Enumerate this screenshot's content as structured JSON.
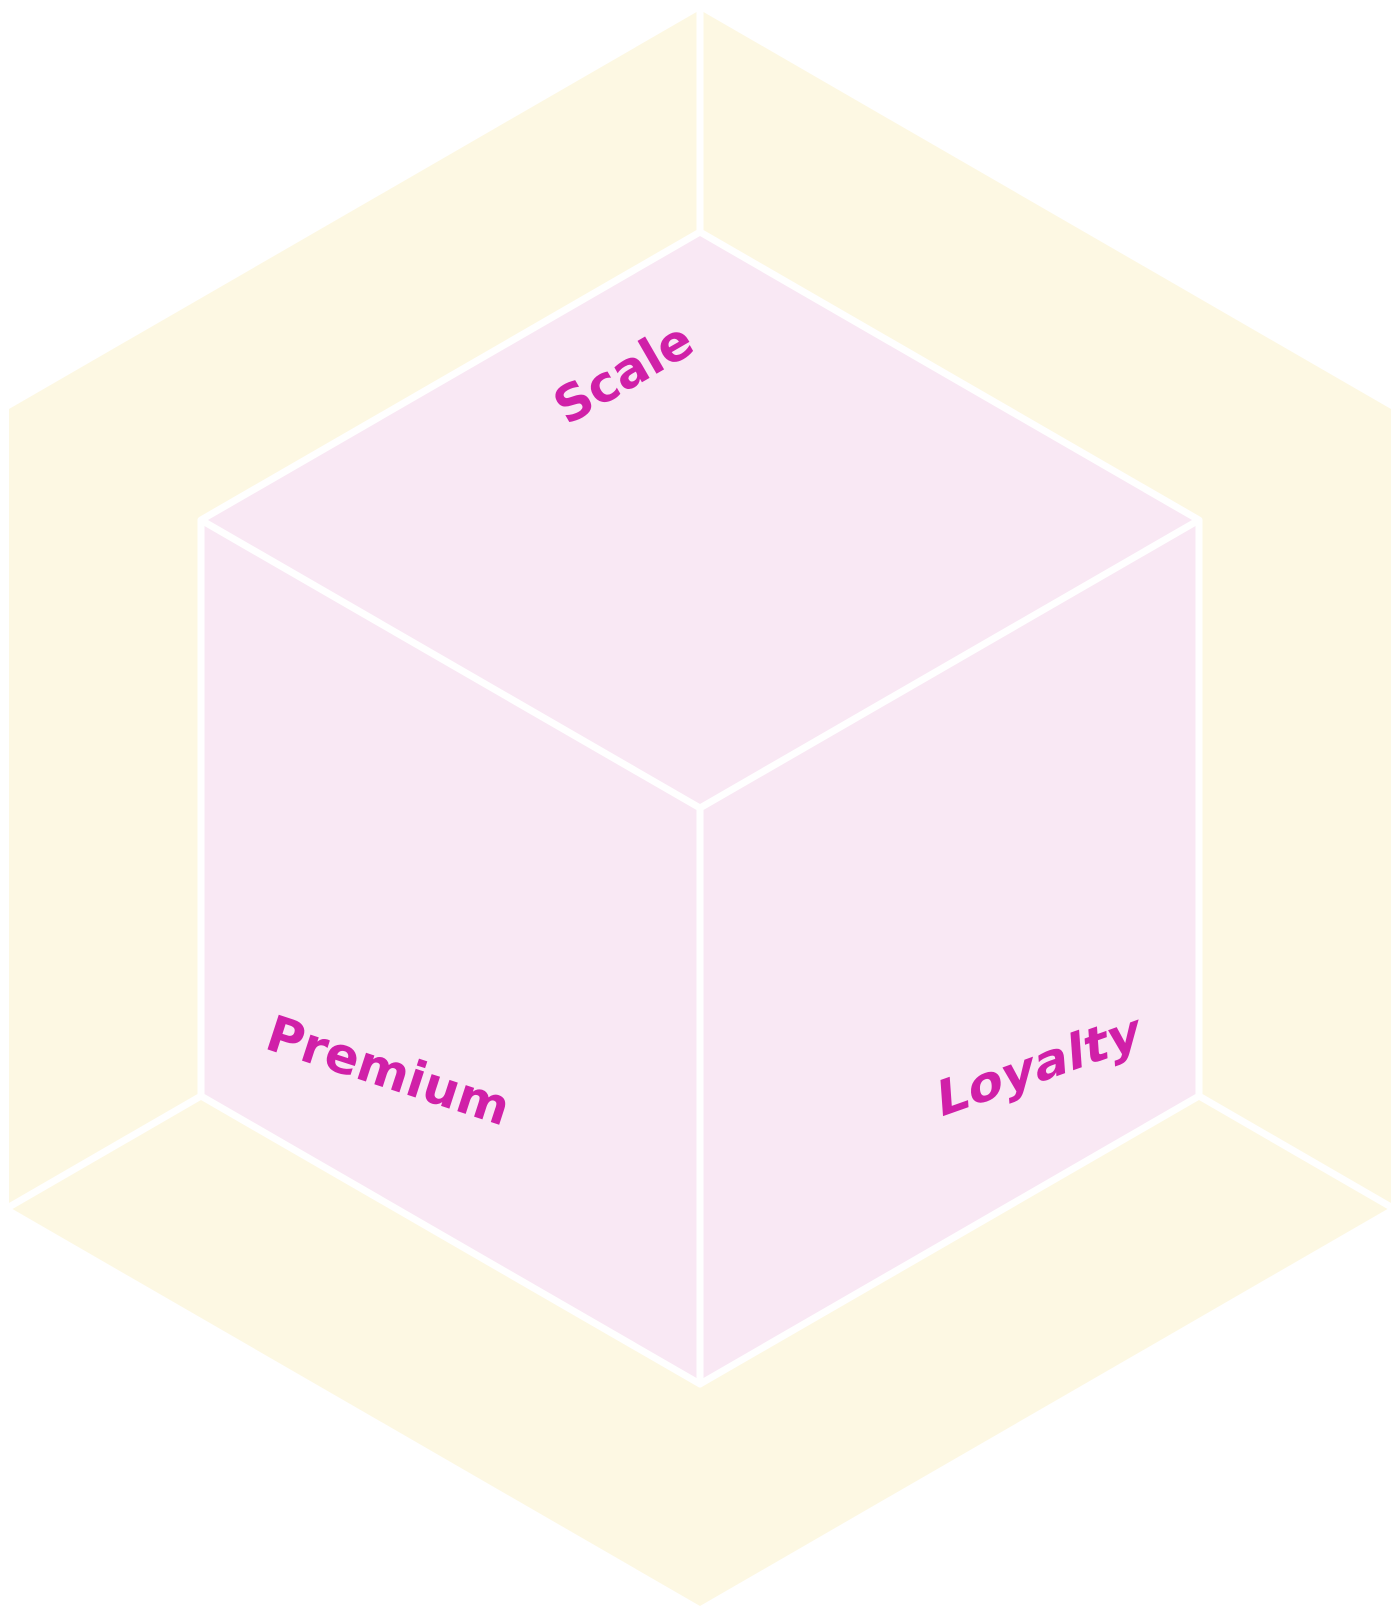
{
  "labels": {
    "top_face": "Scale",
    "left_face": "Premium",
    "right_face": "Loyalty"
  },
  "colors": {
    "outer_fill": "#fdf8e3",
    "cube_fill": "#f9e8f4",
    "edge_stroke": "#ffffff",
    "label_color": "#d020a8"
  }
}
